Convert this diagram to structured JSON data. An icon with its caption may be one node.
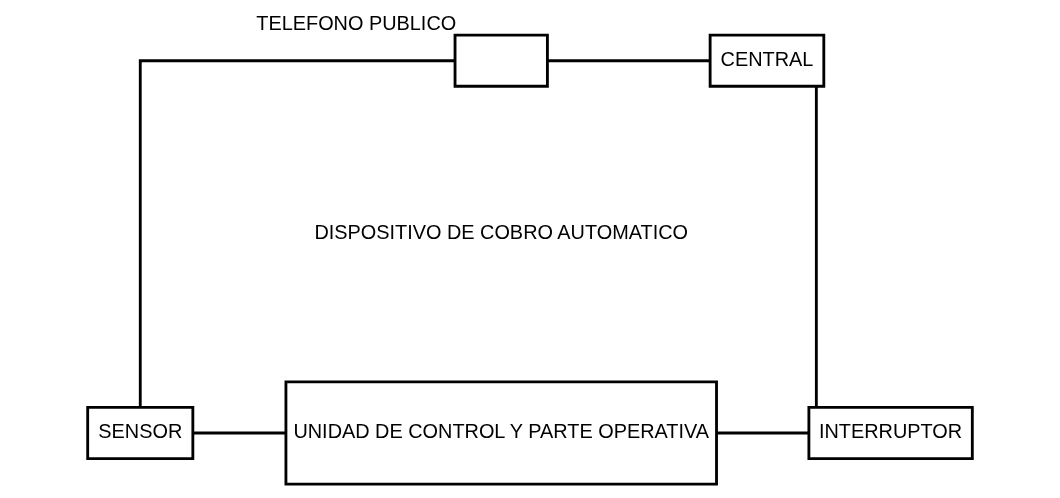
{
  "diagram": {
    "nodes": [
      {
        "text": [],
        "shape": "box",
        "beside": [
          "TELEFONO PUBLICO"
        ]
      },
      {
        "text": [
          "CENTRAL"
        ]
      },
      {
        "text": [
          "SENSOR"
        ]
      },
      {
        "text": [
          "UNIDAD DE CONTROL Y PARTE OPERATIVA"
        ]
      },
      {
        "text": [
          "INTERRUPTOR"
        ]
      }
    ],
    "edges": [
      {
        "from": 0,
        "to": 1,
        "arrow": "none"
      },
      {
        "from": 0,
        "to": 2,
        "arrow": "none"
      },
      {
        "from": 2,
        "to": 3,
        "arrow": "none"
      },
      {
        "from": 3,
        "to": 4,
        "arrow": "none"
      },
      {
        "from": 4,
        "to": 1,
        "arrow": "none"
      }
    ],
    "labels": [
      "DISPOSITIVO DE COBRO AUTOMATICO"
    ]
  }
}
